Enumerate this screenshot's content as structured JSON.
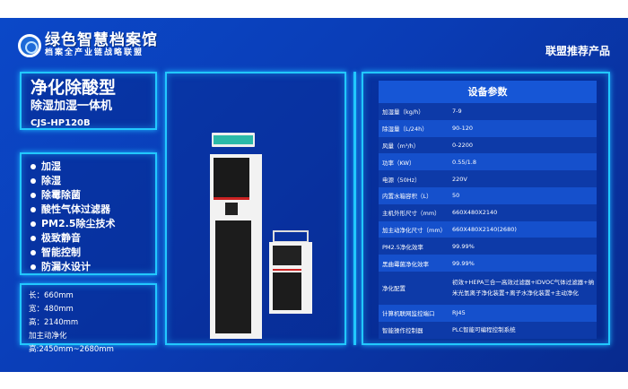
{
  "brand": {
    "title": "绿色智慧档案馆",
    "subtitle": "档案全产业链战略联盟"
  },
  "header": {
    "alliance": "联盟推荐产品"
  },
  "product": {
    "name_line1": "净化除酸型",
    "name_line2": "除湿加湿一体机",
    "model": "CJS-HP120B"
  },
  "features": [
    "加湿",
    "除湿",
    "除霉除菌",
    "酸性气体过滤器",
    "PM2.5除尘技术",
    "极致静音",
    "智能控制",
    "防漏水设计"
  ],
  "dimensions": [
    "长：660mm",
    "宽：480mm",
    "高：2140mm",
    "加主动净化高:2450mm~2680mm"
  ],
  "specs": {
    "title": "设备参数",
    "rows": [
      {
        "k": "加湿量（kg/h）",
        "v": "7-9"
      },
      {
        "k": "除湿量（L/24h）",
        "v": "90-120"
      },
      {
        "k": "风量（m³/h）",
        "v": "0-2200"
      },
      {
        "k": "功率（KW）",
        "v": "0.55/1.8"
      },
      {
        "k": "电源（50Hz）",
        "v": "220V"
      },
      {
        "k": "内置水箱容积（L）",
        "v": "50"
      },
      {
        "k": "主机外形尺寸（mm）",
        "v": "660X480X2140"
      },
      {
        "k": "加主动净化尺寸（mm）",
        "v": "660X480X2140(2680)"
      },
      {
        "k": "PM2.5净化效率",
        "v": "99.99%"
      },
      {
        "k": "黑曲霉菌净化效率",
        "v": "99.99%"
      },
      {
        "k": "净化配置",
        "v": "初效+HEPA三合一高效过滤器+IDVOC气体过滤器+纳米光氢离子净化装置+离子水净化装置+主动净化"
      },
      {
        "k": "计算机联网监控端口",
        "v": "RJ45"
      },
      {
        "k": "智能操作控制器",
        "v": "PLC智能可编程控制系统"
      }
    ]
  },
  "colors": {
    "background": "#0a3cb5",
    "glow": "#22c8ff"
  }
}
